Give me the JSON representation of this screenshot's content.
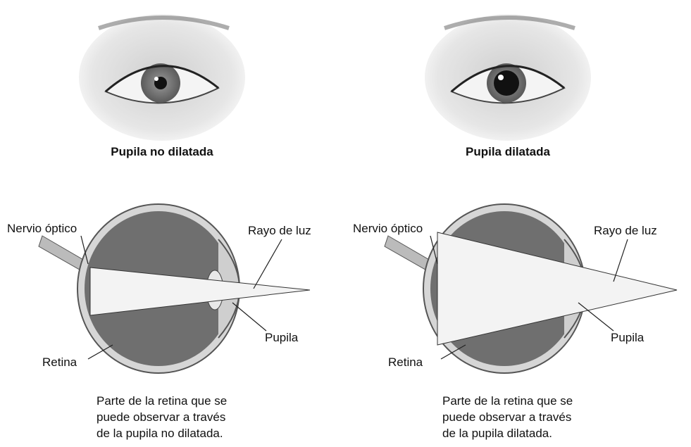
{
  "panels": [
    {
      "caption": "Pupila no dilatada",
      "labels": {
        "nerve": "Nervio óptico",
        "ray": "Rayo de luz",
        "pupil": "Pupila",
        "retina": "Retina"
      },
      "note": "Parte de la retina que se\npuede observar a través\nde la pupila no dilatada."
    },
    {
      "caption": "Pupila dilatada",
      "labels": {
        "nerve": "Nervio óptico",
        "ray": "Rayo de luz",
        "pupil": "Pupila",
        "retina": "Retina"
      },
      "note": "Parte de la retina que se\npuede observar a través\nde la pupila dilatada."
    }
  ]
}
